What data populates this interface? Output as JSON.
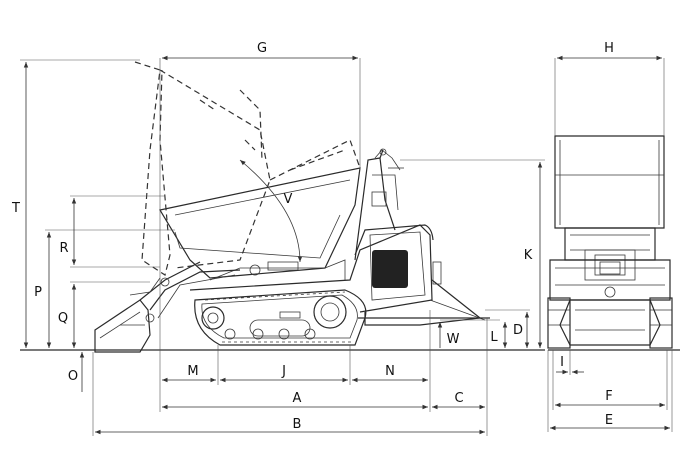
{
  "labels": {
    "A": "A",
    "B": "B",
    "C": "C",
    "D": "D",
    "E": "E",
    "F": "F",
    "G": "G",
    "H": "H",
    "I": "I",
    "J": "J",
    "K": "K",
    "L": "L",
    "M": "M",
    "N": "N",
    "O": "O",
    "P": "P",
    "Q": "Q",
    "R": "R",
    "T": "T",
    "V": "V",
    "W": "W"
  },
  "colors": {
    "line": "#2b2b2b",
    "background": "#ffffff"
  }
}
